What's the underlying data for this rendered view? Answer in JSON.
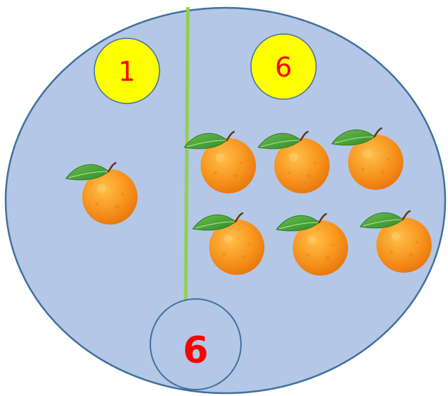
{
  "colors": {
    "background": "#ffffff",
    "ellipse_fill": "#b4c7e7",
    "ellipse_stroke": "#41719c",
    "divider": "#92d050",
    "badge_fill": "#ffff00",
    "badge_stroke": "#41719c",
    "badge_text": "#ff0000",
    "total_circle_fill": "#b4c7e7",
    "total_circle_stroke": "#41719c",
    "total_text": "#ff0000",
    "orange_main": "#f7941d",
    "orange_light": "#ffc04a",
    "orange_dark": "#e8740c",
    "leaf_main": "#2f8a2f",
    "leaf_light": "#6cc04a",
    "stem": "#5a3a1a"
  },
  "left_group": {
    "count_label": "1",
    "orange_count": 1,
    "icon": "orange-icon"
  },
  "right_group": {
    "count_label": "6",
    "orange_count": 6,
    "icon": "orange-icon"
  },
  "total": {
    "label": "6"
  }
}
